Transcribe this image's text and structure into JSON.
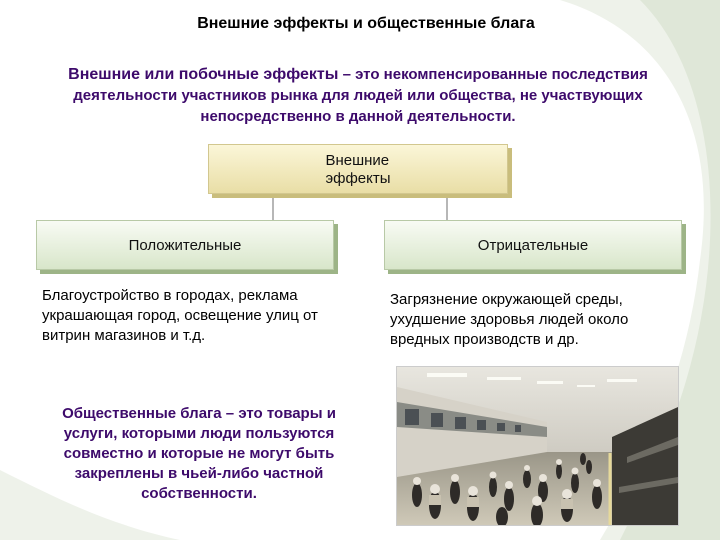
{
  "title": "Внешние эффекты и общественные блага",
  "definition": {
    "term": "Внешние или побочные эффекты",
    "text": " – это некомпенсированные последствия деятельности участников рынка для людей или общества, не участвующих непосредственно в данной деятельности."
  },
  "diagram": {
    "root": {
      "line1": "Внешние",
      "line2": "эффекты"
    },
    "positive": {
      "label": "Положительные",
      "examples": "Благоустройство в городах, реклама украшающая город, освещение улиц от витрин магазинов и т.д."
    },
    "negative": {
      "label": "Отрицательные",
      "examples": "Загрязнение окружающей среды, ухудшение здоровья людей около вредных производств и др."
    }
  },
  "public_goods": "Общественные блага – это товары и услуги, которыми люди пользуются совместно и которые не могут быть закреплены в чьей-либо частной собственности.",
  "colors": {
    "accent_text": "#3d0a6b",
    "root_box": "#e9dea6",
    "branch_box": "#d8e6ca",
    "swoosh": "#e4ebe0"
  }
}
